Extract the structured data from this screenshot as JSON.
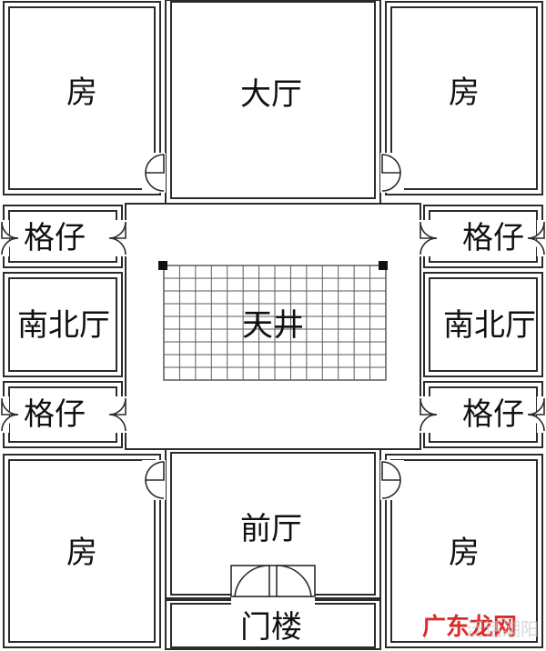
{
  "colors": {
    "wall": "#2b2b2b",
    "courtyard_grid": "#5a5a5a",
    "watermark": "#d92b2b",
    "background": "#ffffff"
  },
  "rooms": {
    "room_top_left": "房",
    "main_hall": "大厅",
    "room_top_right": "房",
    "side_room_1_left": "格仔",
    "side_room_1_right": "格仔",
    "north_south_hall_left": "南北厅",
    "courtyard": "天井",
    "north_south_hall_right": "南北厅",
    "side_room_2_left": "格仔",
    "side_room_2_right": "格仔",
    "front_hall": "前厅",
    "room_bottom_left": "房",
    "room_bottom_right": "房",
    "gate_tower": "门楼"
  },
  "watermark": {
    "site_name": "广东龙网",
    "faint_text": "泛话潮阳"
  }
}
